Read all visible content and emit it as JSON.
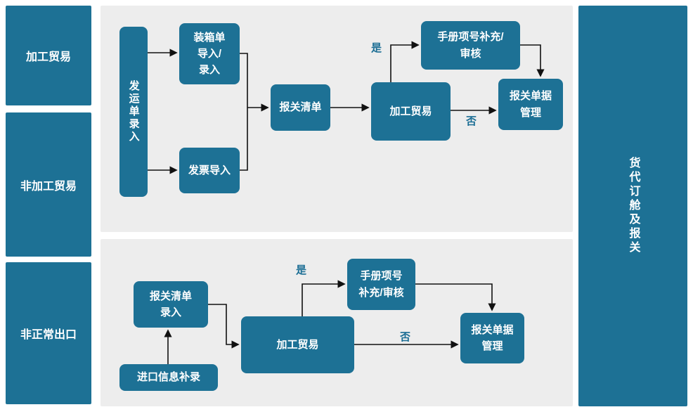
{
  "colors": {
    "node": "#1d7195",
    "panel": "#ededed",
    "label": "#1a6d94",
    "arrow": "#111111"
  },
  "left_sidebar": {
    "items": [
      {
        "label": "加工贸易"
      },
      {
        "label": "非加工贸易"
      },
      {
        "label": "非正常出口"
      }
    ]
  },
  "right_sidebar": {
    "label": "货代订舱及报关"
  },
  "top_flow": {
    "shipping_order_entry": "发运单录入",
    "packing_list_import": "装箱单\n导入/\n录入",
    "invoice_import": "发票导入",
    "declaration_list": "报关清单",
    "processing_trade": "加工贸易",
    "manual_item_supplement": "手册项号补充/\n审核",
    "declaration_document_mgmt": "报关单据\n管理",
    "yes_label": "是",
    "no_label": "否"
  },
  "bottom_flow": {
    "declaration_list_entry": "报关清单\n录入",
    "import_info_supplement": "进口信息补录",
    "processing_trade": "加工贸易",
    "manual_item_supplement": "手册项号\n补充/审核",
    "declaration_document_mgmt": "报关单据\n管理",
    "yes_label": "是",
    "no_label": "否"
  }
}
